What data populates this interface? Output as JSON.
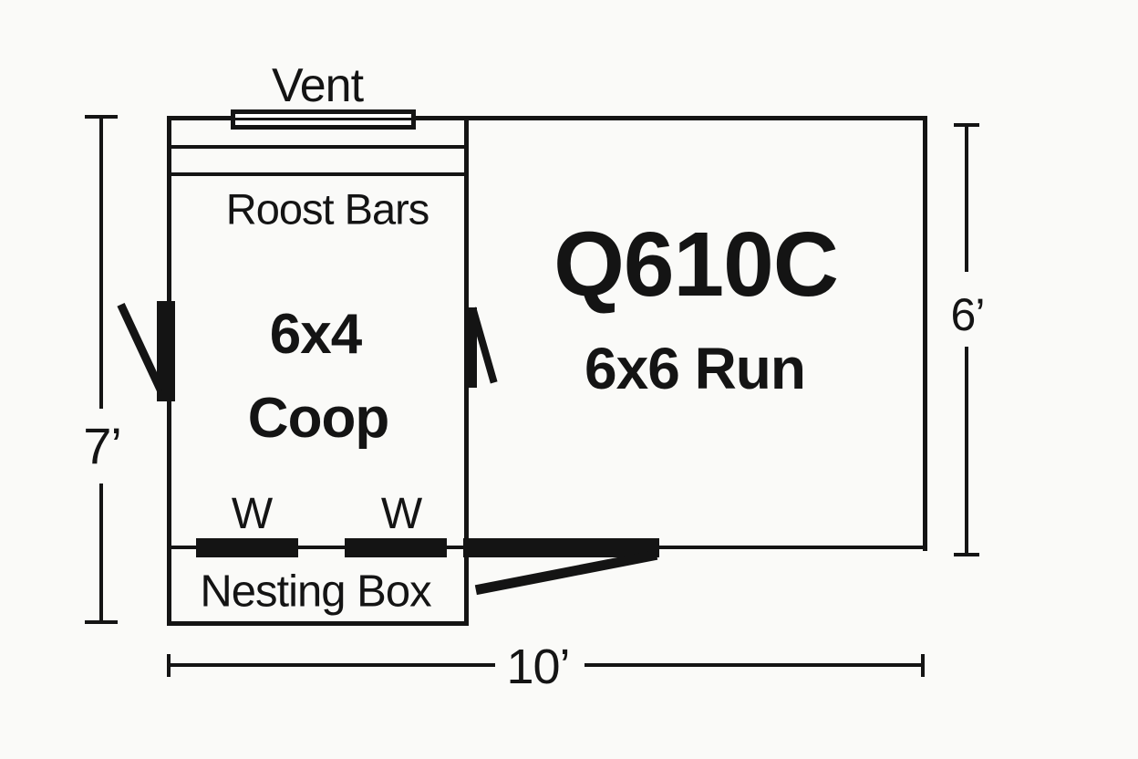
{
  "title": "Q610C coop and run floor plan",
  "colors": {
    "ink": "#141414",
    "background": "#fafaf8"
  },
  "coop": {
    "vent_label": "Vent",
    "roost_bars_label": "Roost Bars",
    "size_label_line1": "6x4",
    "size_label_line2": "Coop",
    "window_label_1": "W",
    "window_label_2": "W",
    "nesting_box_label": "Nesting Box"
  },
  "run": {
    "model_label": "Q610C",
    "size_label": "6x6 Run"
  },
  "dimensions": {
    "height_left": "7’",
    "height_right": "6’",
    "width_bottom": "10’"
  }
}
